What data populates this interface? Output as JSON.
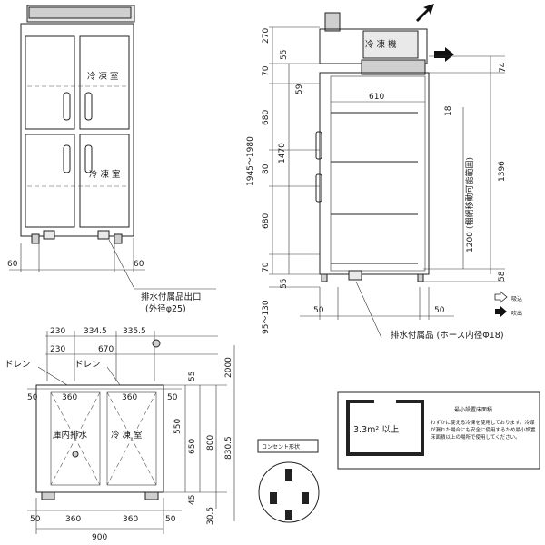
{
  "front_view": {
    "top_label": "冷 凍 室",
    "bottom_label": "冷 凍 室",
    "dim_left": "60",
    "dim_right": "60",
    "drain_label": "排水付属品出口",
    "drain_note": "(外径φ25)"
  },
  "side_view": {
    "unit_label": "冷 凍 機",
    "height_total": "1945～1980",
    "height_inner": "1470",
    "top_dims": [
      "270",
      "70",
      "680",
      "80",
      "680",
      "70",
      "55"
    ],
    "foot_dim": "95～130",
    "left_small": [
      "55",
      "59"
    ],
    "right_top": "74",
    "depth_inner": "610",
    "shelf_gap": "18",
    "shelf_range_dim": "1200",
    "shelf_range_note": "(棚網移動可能範囲)",
    "right_total": "1396",
    "right_bottom": "58",
    "bottom_left": "50",
    "bottom_right": "50",
    "hose_label": "排水付属品 (ホース内径Φ18)",
    "legend_intake": "吸込",
    "legend_exhaust": "吹出"
  },
  "plan_view": {
    "top_dims_row1": [
      "230",
      "334.5",
      "335.5"
    ],
    "top_dims_row2": [
      "230",
      "670"
    ],
    "drain_left": "ドレン",
    "drain_right": "ドレン",
    "col_dims_top": [
      "50",
      "360",
      "360",
      "50"
    ],
    "col_dims_bottom": [
      "50",
      "360",
      "360",
      "50"
    ],
    "left_label": "庫内排水",
    "right_label": "冷 凍 室",
    "right_dims": [
      "55",
      "550",
      "650",
      "800",
      "830.5",
      "2000",
      "45",
      "30.5"
    ],
    "width_total": "900"
  },
  "install": {
    "title": "最小設置床面積",
    "area": "3.3m² 以上",
    "note": "わずかに使える冷凍を使用しております。冷媒が漏れた場合にも安全に使用するため最小設置床面積以上の場所で使用してください。"
  },
  "outlet": {
    "title": "コンセント形状"
  }
}
